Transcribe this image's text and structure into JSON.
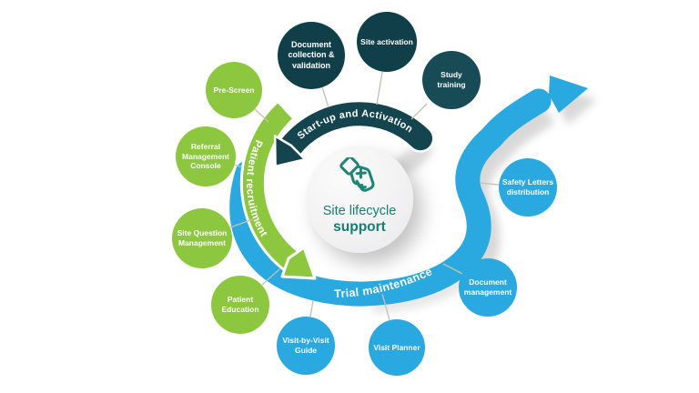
{
  "diagram_title": "Site lifecycle support",
  "center": {
    "title_line1": "Site lifecycle",
    "title_line2": "support",
    "icon": "handshake"
  },
  "arcs": {
    "startup": {
      "label": "Start-up and Activation",
      "color": "#113f49"
    },
    "recruitment": {
      "label": "Patient recruitment",
      "color": "#8dc63f"
    },
    "maintenance": {
      "label": "Trial maintenance",
      "color": "#29a9e0"
    }
  },
  "bubbles": [
    {
      "id": "document-collection-validation",
      "label": "Document\ncollection &\nvalidation",
      "group": "startup"
    },
    {
      "id": "site-activation",
      "label": "Site activation",
      "group": "startup"
    },
    {
      "id": "study-training",
      "label": "Study\ntraining",
      "group": "startup"
    },
    {
      "id": "pre-screen",
      "label": "Pre-Screen",
      "group": "recruitment"
    },
    {
      "id": "referral-management-console",
      "label": "Referral\nManagement\nConsole",
      "group": "recruitment"
    },
    {
      "id": "site-question-management",
      "label": "Site Question\nManagement",
      "group": "recruitment"
    },
    {
      "id": "patient-education",
      "label": "Patient\nEducation",
      "group": "recruitment"
    },
    {
      "id": "visit-by-visit-guide",
      "label": "Visit-by-Visit\nGuide",
      "group": "maintenance"
    },
    {
      "id": "visit-planner",
      "label": "Visit Planner",
      "group": "maintenance"
    },
    {
      "id": "document-management",
      "label": "Document\nmanagement",
      "group": "maintenance"
    },
    {
      "id": "safety-letters-distribution",
      "label": "Safety Letters\ndistribution",
      "group": "maintenance"
    }
  ],
  "colors": {
    "dark_teal": "#113f49",
    "green": "#8dc63f",
    "blue": "#29a9e0",
    "center_text": "#157f73",
    "center_fill": "#f1f1f2",
    "connector": "#c6c0b4"
  }
}
